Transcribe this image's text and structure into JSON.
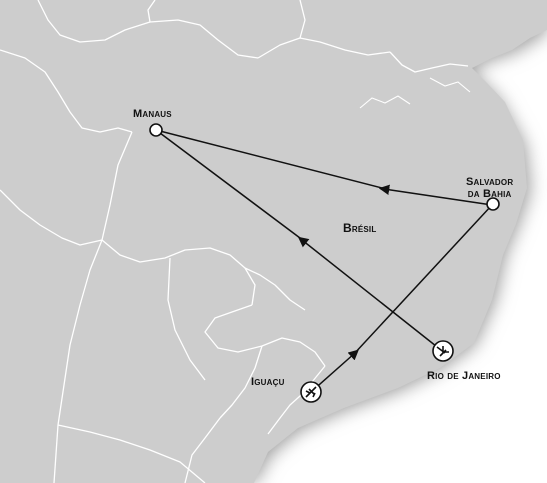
{
  "map": {
    "country_label": "Brésil",
    "cities": [
      {
        "id": "manaus",
        "name": "Manaus",
        "marker": "circle-marker"
      },
      {
        "id": "salvador",
        "name_line1": "Salvador",
        "name_line2": "da Bahia",
        "marker": "circle-marker"
      },
      {
        "id": "rio",
        "name": "Rio de Janeiro",
        "marker": "airport-icon"
      },
      {
        "id": "iguacu",
        "name": "Iguaçu",
        "marker": "airport-icon"
      }
    ],
    "routes": [
      {
        "from": "Rio de Janeiro",
        "to": "Manaus"
      },
      {
        "from": "Salvador da Bahia",
        "to": "Manaus"
      },
      {
        "from": "Iguaçu",
        "to": "Salvador da Bahia"
      }
    ],
    "colors": {
      "land": "#cdcdcd",
      "ocean": "#ffffff",
      "borders": "#ffffff",
      "routes": "#111111",
      "marker_fill": "#ffffff"
    }
  }
}
